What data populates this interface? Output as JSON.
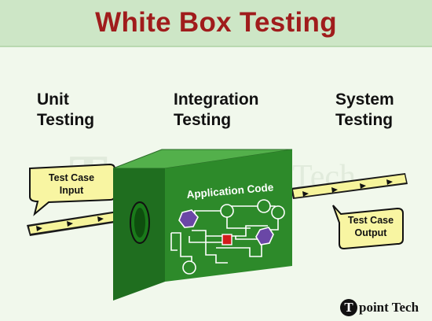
{
  "header": {
    "title": "White Box Testing"
  },
  "stages": {
    "unit": "Unit\nTesting",
    "integration": "Integration\nTesting",
    "system": "System\nTesting"
  },
  "callouts": {
    "input": [
      "Test Case",
      "Input"
    ],
    "output": [
      "Test Case",
      "Output"
    ]
  },
  "box": {
    "label": "Application Code"
  },
  "colors": {
    "title": "#a01c1c",
    "box_front": "#2d8a2a",
    "box_top": "#53b04b",
    "box_side": "#1f6e1f",
    "pipe": "#f6f49b",
    "callout": "#f8f5a2",
    "node_purple": "#6a47a6",
    "node_red": "#d11b1b"
  },
  "logo": {
    "mark": "T",
    "text": "point Tech"
  }
}
